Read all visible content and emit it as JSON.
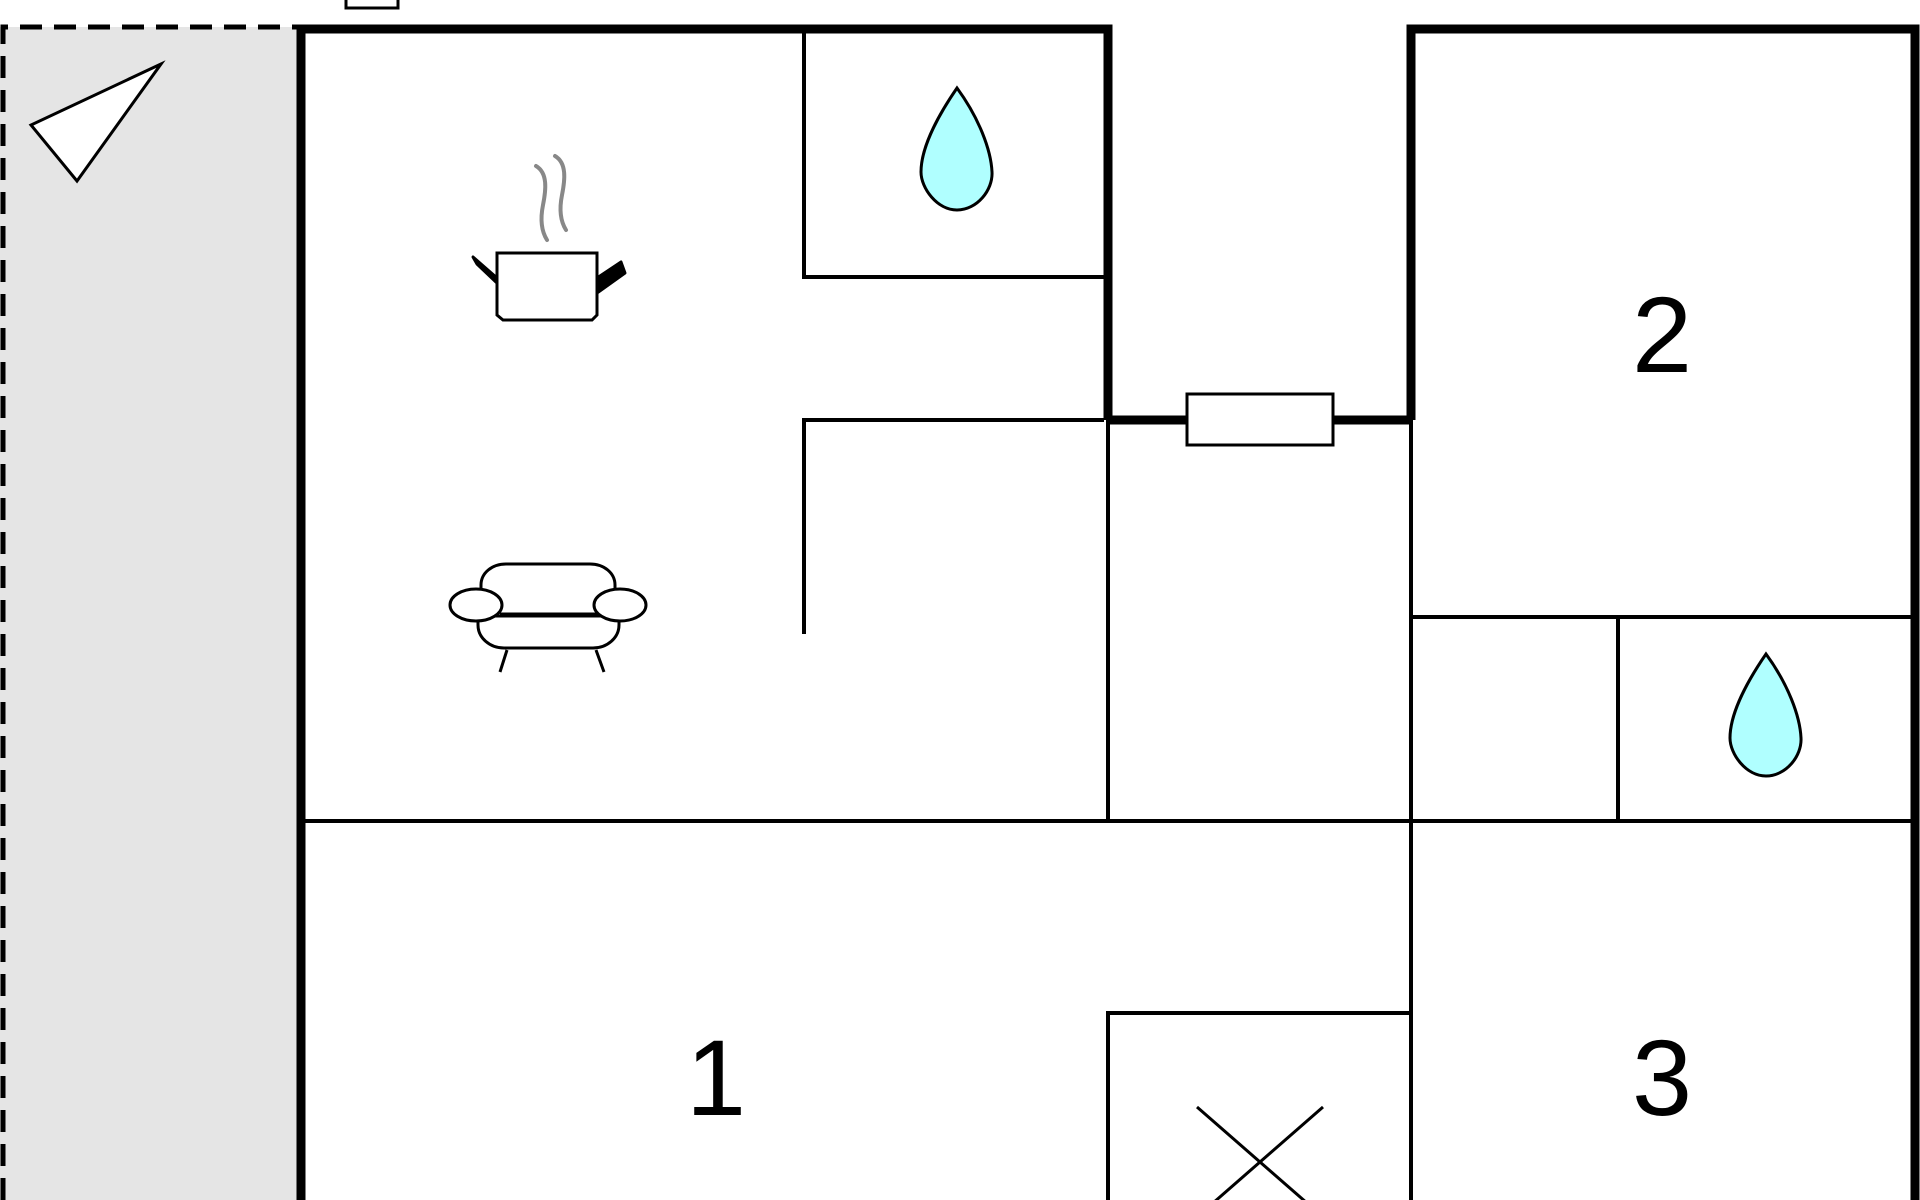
{
  "floorplan": {
    "colors": {
      "wall": "#000000",
      "terrace_fill": "#e5e5e5",
      "water": "#b0ffff",
      "steam": "#888888",
      "background": "#ffffff"
    },
    "rooms": [
      {
        "label": "1",
        "type": "bedroom"
      },
      {
        "label": "2",
        "type": "bedroom"
      },
      {
        "label": "3",
        "type": "bedroom"
      }
    ],
    "icons": [
      "kitchen-pot-icon",
      "sofa-icon",
      "water-drop-icon",
      "water-drop-icon",
      "cross-icon",
      "north-arrow-icon",
      "radiator-icon"
    ]
  }
}
